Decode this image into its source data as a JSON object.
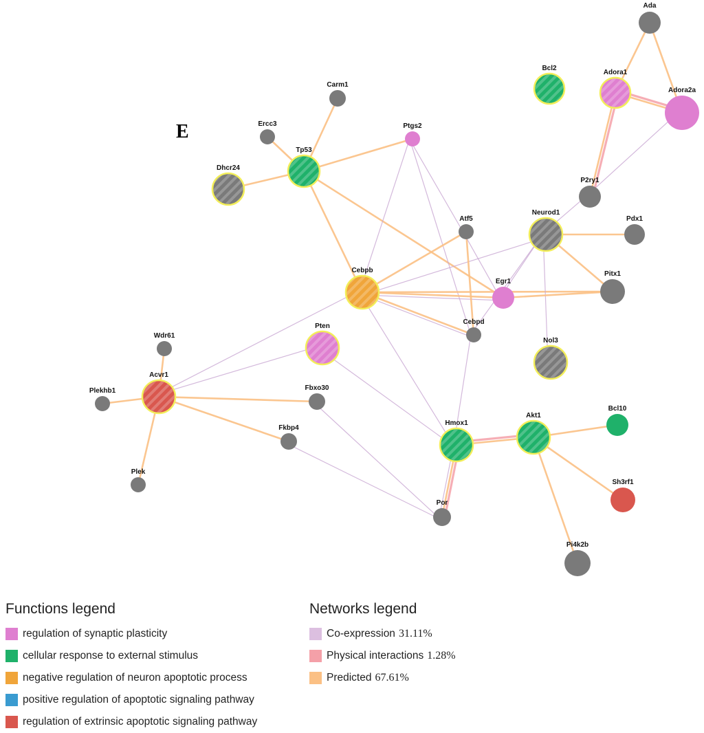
{
  "panel_letter": "E",
  "colors": {
    "coexpression": "#c8a6d2",
    "physical": "#f4a0a8",
    "predicted": "#fbc084",
    "node_gray": "#7a7a7a",
    "query_ring": "#f3ee5a",
    "synaptic_plasticity": "#df7fd0",
    "external_stimulus": "#1fb16a",
    "neuron_apoptotic": "#f0a53a",
    "apoptotic_signaling": "#3a9bd0",
    "extrinsic_apoptotic": "#d9574e"
  },
  "nodes": [
    {
      "id": "Ada",
      "label": "Ada",
      "fill": "gray",
      "query": false,
      "striped": false
    },
    {
      "id": "Adora1",
      "label": "Adora1",
      "fill": "synaptic_plasticity",
      "query": true,
      "striped": true
    },
    {
      "id": "Adora2a",
      "label": "Adora2a",
      "fill": "synaptic_plasticity",
      "query": false,
      "striped": false
    },
    {
      "id": "Bcl2",
      "label": "Bcl2",
      "fill": "external_stimulus",
      "query": true,
      "striped": true
    },
    {
      "id": "Carm1",
      "label": "Carm1",
      "fill": "gray",
      "query": false,
      "striped": false
    },
    {
      "id": "Ercc3",
      "label": "Ercc3",
      "fill": "gray",
      "query": false,
      "striped": false
    },
    {
      "id": "Ptgs2",
      "label": "Ptgs2",
      "fill": "synaptic_plasticity",
      "query": false,
      "striped": false
    },
    {
      "id": "Tp53",
      "label": "Tp53",
      "fill": "external_stimulus",
      "query": true,
      "striped": true
    },
    {
      "id": "Dhcr24",
      "label": "Dhcr24",
      "fill": "gray",
      "query": true,
      "striped": true
    },
    {
      "id": "P2ry1",
      "label": "P2ry1",
      "fill": "gray",
      "query": false,
      "striped": false
    },
    {
      "id": "Neurod1",
      "label": "Neurod1",
      "fill": "gray",
      "query": true,
      "striped": true
    },
    {
      "id": "Pdx1",
      "label": "Pdx1",
      "fill": "gray",
      "query": false,
      "striped": false
    },
    {
      "id": "Atf5",
      "label": "Atf5",
      "fill": "gray",
      "query": false,
      "striped": false
    },
    {
      "id": "Cebpb",
      "label": "Cebpb",
      "fill": "neuron_apoptotic",
      "query": true,
      "striped": true
    },
    {
      "id": "Egr1",
      "label": "Egr1",
      "fill": "synaptic_plasticity",
      "query": false,
      "striped": false
    },
    {
      "id": "Pitx1",
      "label": "Pitx1",
      "fill": "gray",
      "query": false,
      "striped": false
    },
    {
      "id": "Cebpd",
      "label": "Cebpd",
      "fill": "gray",
      "query": false,
      "striped": false
    },
    {
      "id": "Pten",
      "label": "Pten",
      "fill": "synaptic_plasticity",
      "query": true,
      "striped": true
    },
    {
      "id": "Nol3",
      "label": "Nol3",
      "fill": "gray",
      "query": true,
      "striped": true
    },
    {
      "id": "Wdr61",
      "label": "Wdr61",
      "fill": "gray",
      "query": false,
      "striped": false
    },
    {
      "id": "Acvr1",
      "label": "Acvr1",
      "fill": "extrinsic_apoptotic",
      "query": true,
      "striped": true
    },
    {
      "id": "Plekhb1",
      "label": "Plekhb1",
      "fill": "gray",
      "query": false,
      "striped": false
    },
    {
      "id": "Fbxo30",
      "label": "Fbxo30",
      "fill": "gray",
      "query": false,
      "striped": false
    },
    {
      "id": "Fkbp4",
      "label": "Fkbp4",
      "fill": "gray",
      "query": false,
      "striped": false
    },
    {
      "id": "Hmox1",
      "label": "Hmox1",
      "fill": "external_stimulus",
      "query": true,
      "striped": true
    },
    {
      "id": "Akt1",
      "label": "Akt1",
      "fill": "external_stimulus",
      "query": true,
      "striped": true
    },
    {
      "id": "Bcl10",
      "label": "Bcl10",
      "fill": "external_stimulus",
      "query": false,
      "striped": false
    },
    {
      "id": "Plek",
      "label": "Plek",
      "fill": "gray",
      "query": false,
      "striped": false
    },
    {
      "id": "Sh3rf1",
      "label": "Sh3rf1",
      "fill": "extrinsic_apoptotic",
      "query": false,
      "striped": false
    },
    {
      "id": "Por",
      "label": "Por",
      "fill": "gray",
      "query": false,
      "striped": false
    },
    {
      "id": "Pi4k2b",
      "label": "Pi4k2b",
      "fill": "gray",
      "query": false,
      "striped": false
    }
  ],
  "edges": [
    {
      "a": "Ada",
      "b": "Adora1",
      "type": "predicted"
    },
    {
      "a": "Ada",
      "b": "Adora2a",
      "type": "predicted"
    },
    {
      "a": "Adora1",
      "b": "Adora2a",
      "type": "predicted"
    },
    {
      "a": "Adora1",
      "b": "Adora2a",
      "type": "physical"
    },
    {
      "a": "Adora1",
      "b": "P2ry1",
      "type": "physical"
    },
    {
      "a": "Adora1",
      "b": "P2ry1",
      "type": "predicted"
    },
    {
      "a": "Adora2a",
      "b": "P2ry1",
      "type": "coexpression"
    },
    {
      "a": "P2ry1",
      "b": "Neurod1",
      "type": "coexpression"
    },
    {
      "a": "Carm1",
      "b": "Tp53",
      "type": "predicted"
    },
    {
      "a": "Ercc3",
      "b": "Tp53",
      "type": "predicted"
    },
    {
      "a": "Dhcr24",
      "b": "Tp53",
      "type": "predicted"
    },
    {
      "a": "Tp53",
      "b": "Ptgs2",
      "type": "predicted"
    },
    {
      "a": "Tp53",
      "b": "Cebpb",
      "type": "predicted"
    },
    {
      "a": "Tp53",
      "b": "Egr1",
      "type": "predicted"
    },
    {
      "a": "Ptgs2",
      "b": "Cebpb",
      "type": "coexpression"
    },
    {
      "a": "Ptgs2",
      "b": "Atf5",
      "type": "coexpression"
    },
    {
      "a": "Ptgs2",
      "b": "Cebpd",
      "type": "coexpression"
    },
    {
      "a": "Cebpb",
      "b": "Atf5",
      "type": "predicted"
    },
    {
      "a": "Cebpb",
      "b": "Neurod1",
      "type": "coexpression"
    },
    {
      "a": "Cebpb",
      "b": "Egr1",
      "type": "predicted"
    },
    {
      "a": "Cebpb",
      "b": "Egr1",
      "type": "coexpression"
    },
    {
      "a": "Cebpb",
      "b": "Pitx1",
      "type": "predicted"
    },
    {
      "a": "Cebpb",
      "b": "Cebpd",
      "type": "predicted"
    },
    {
      "a": "Cebpb",
      "b": "Cebpd",
      "type": "coexpression"
    },
    {
      "a": "Cebpb",
      "b": "Acvr1",
      "type": "coexpression"
    },
    {
      "a": "Cebpb",
      "b": "Hmox1",
      "type": "coexpression"
    },
    {
      "a": "Atf5",
      "b": "Cebpd",
      "type": "predicted"
    },
    {
      "a": "Atf5",
      "b": "Egr1",
      "type": "coexpression"
    },
    {
      "a": "Neurod1",
      "b": "Pdx1",
      "type": "predicted"
    },
    {
      "a": "Neurod1",
      "b": "Pitx1",
      "type": "predicted"
    },
    {
      "a": "Neurod1",
      "b": "Egr1",
      "type": "coexpression"
    },
    {
      "a": "Neurod1",
      "b": "Cebpd",
      "type": "coexpression"
    },
    {
      "a": "Neurod1",
      "b": "Nol3",
      "type": "coexpression"
    },
    {
      "a": "Egr1",
      "b": "Pitx1",
      "type": "predicted"
    },
    {
      "a": "Cebpd",
      "b": "Hmox1",
      "type": "coexpression"
    },
    {
      "a": "Pten",
      "b": "Acvr1",
      "type": "coexpression"
    },
    {
      "a": "Pten",
      "b": "Hmox1",
      "type": "coexpression"
    },
    {
      "a": "Acvr1",
      "b": "Wdr61",
      "type": "predicted"
    },
    {
      "a": "Acvr1",
      "b": "Plekhb1",
      "type": "predicted"
    },
    {
      "a": "Acvr1",
      "b": "Fbxo30",
      "type": "predicted"
    },
    {
      "a": "Acvr1",
      "b": "Fkbp4",
      "type": "predicted"
    },
    {
      "a": "Acvr1",
      "b": "Plek",
      "type": "predicted"
    },
    {
      "a": "Fbxo30",
      "b": "Por",
      "type": "coexpression"
    },
    {
      "a": "Fkbp4",
      "b": "Por",
      "type": "coexpression"
    },
    {
      "a": "Hmox1",
      "b": "Akt1",
      "type": "predicted"
    },
    {
      "a": "Hmox1",
      "b": "Akt1",
      "type": "physical"
    },
    {
      "a": "Hmox1",
      "b": "Por",
      "type": "physical"
    },
    {
      "a": "Hmox1",
      "b": "Por",
      "type": "predicted"
    },
    {
      "a": "Hmox1",
      "b": "Por",
      "type": "coexpression"
    },
    {
      "a": "Akt1",
      "b": "Bcl10",
      "type": "predicted"
    },
    {
      "a": "Akt1",
      "b": "Sh3rf1",
      "type": "predicted"
    },
    {
      "a": "Akt1",
      "b": "Pi4k2b",
      "type": "predicted"
    }
  ],
  "functions_legend": {
    "title": "Functions legend",
    "items": [
      {
        "label": "regulation of synaptic plasticity",
        "color": "#df7fd0"
      },
      {
        "label": "cellular response to external stimulus",
        "color": "#1fb16a"
      },
      {
        "label": "negative regulation of neuron apoptotic process",
        "color": "#f0a53a"
      },
      {
        "label": "positive regulation of apoptotic signaling pathway",
        "color": "#3a9bd0"
      },
      {
        "label": "regulation of extrinsic apoptotic signaling pathway",
        "color": "#d9574e"
      }
    ]
  },
  "networks_legend": {
    "title": "Networks legend",
    "items": [
      {
        "label": "Co-expression",
        "pct": "31.11%",
        "color": "#dcbfe0"
      },
      {
        "label": "Physical interactions",
        "pct": "1.28%",
        "color": "#f4a0a8"
      },
      {
        "label": "Predicted",
        "pct": "67.61%",
        "color": "#fbc084"
      }
    ]
  }
}
